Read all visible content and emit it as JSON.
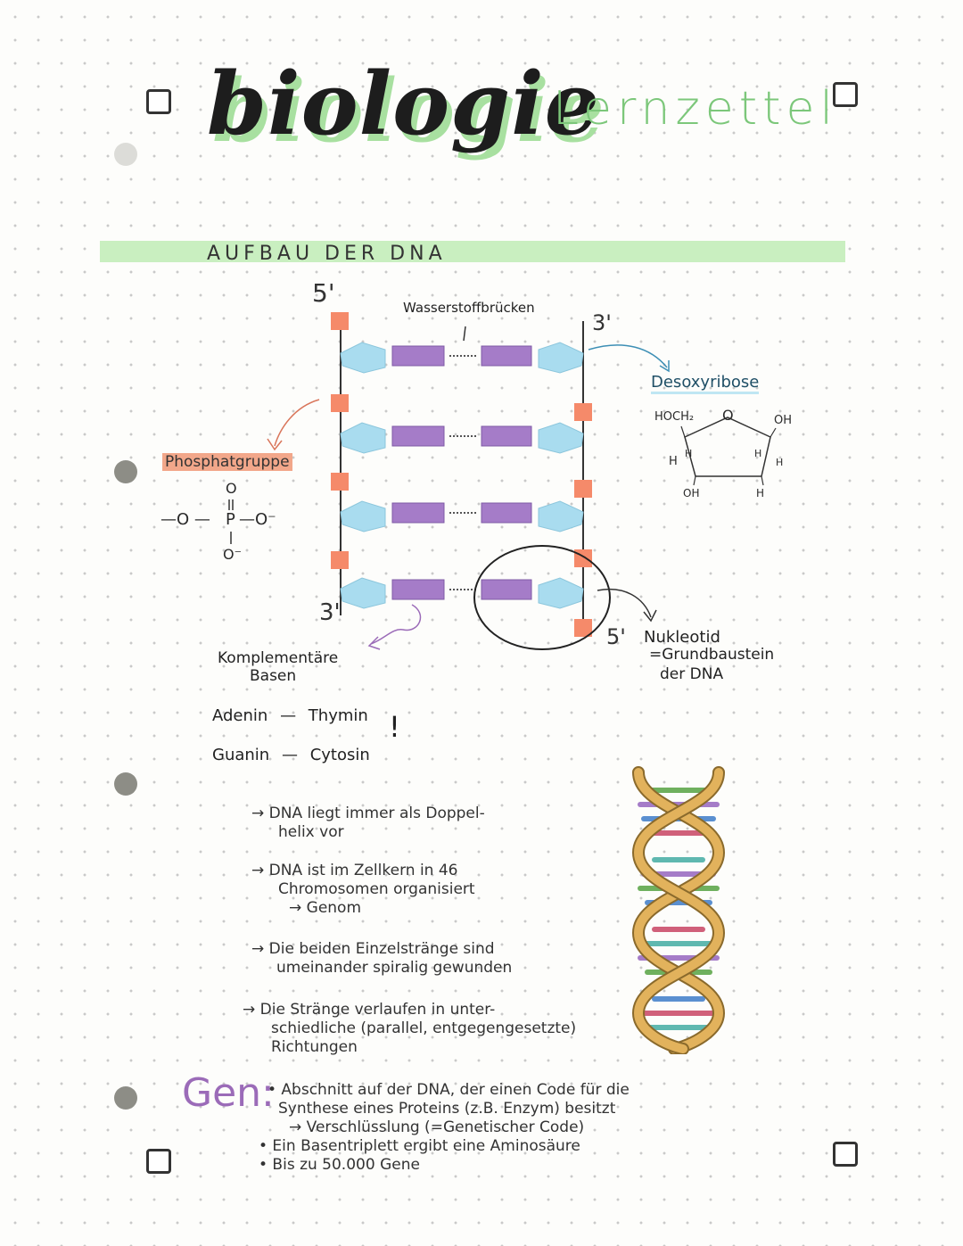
{
  "header": {
    "title": "biologie",
    "subtitle": "Lernzettel"
  },
  "section": {
    "title": "AUFBAU DER DNA"
  },
  "diagram": {
    "strand_labels": {
      "left_top": "5'",
      "left_bottom": "3'",
      "right_top": "3'",
      "right_bottom": "5'"
    },
    "hydrogen_bonds_label": "Wasserstoffbrücken",
    "deoxyribose_label": "Desoxyribose",
    "phosphate_label": "Phosphatgruppe",
    "nucleotide_label": "Nukleotid",
    "nucleotide_desc_1": "=Grundbaustein",
    "nucleotide_desc_2": "der DNA",
    "complementary_label_1": "Komplementäre",
    "complementary_label_2": "Basen",
    "colors": {
      "phosphate": "#f58a6a",
      "sugar": "#a9dcef",
      "base": "#a57cc8",
      "strand": "#333333"
    }
  },
  "chem": {
    "phosphate": {
      "O_top": "O",
      "double": "||",
      "left": "—O —",
      "P": "P",
      "right": "—O⁻",
      "single": "|",
      "O_bottom": "O⁻"
    },
    "sugar": {
      "hoch2": "HOCH₂",
      "o_ring": "O",
      "oh_top": "OH",
      "h1": "H",
      "h2": "H",
      "h3": "H",
      "h4": "H",
      "oh_bottom": "OH",
      "h_bottom": "H"
    }
  },
  "base_pairs": [
    {
      "left": "Adenin",
      "dash": "—",
      "right": "Thymin"
    },
    {
      "left": "Guanin",
      "dash": "—",
      "right": "Cytosin"
    }
  ],
  "exclamation": "!",
  "notes": [
    {
      "line1": "→ DNA liegt immer als Doppel-",
      "line2": "helix vor",
      "line3": ""
    },
    {
      "line1": "→ DNA ist im Zellkern in 46",
      "line2": "Chromosomen organisiert",
      "line3": "→ Genom"
    },
    {
      "line1": "→ Die beiden Einzelstränge sind",
      "line2": "umeinander spiralig gewunden",
      "line3": ""
    },
    {
      "line1": "→ Die Stränge verlaufen in unter-",
      "line2": "schiedliche (parallel, entgegengesetzte)",
      "line3": "Richtungen"
    }
  ],
  "gen": {
    "word": "Gen:",
    "lines": [
      "• Abschnitt auf der DNA, der einen Code für die",
      "Synthese eines Proteins (z.B. Enzym) besitzt",
      "→ Verschlüsslung (=Genetischer Code)",
      "• Ein Basentriplett ergibt eine Aminosäure",
      "• Bis zu 50.000 Gene"
    ]
  },
  "helix_colors": {
    "backbone": "#e2b25c",
    "backbone_edge": "#8a6a2c",
    "rungs": [
      "#6fb05e",
      "#a57cc8",
      "#5a8fd0",
      "#d0607a",
      "#5fb8b0"
    ]
  }
}
